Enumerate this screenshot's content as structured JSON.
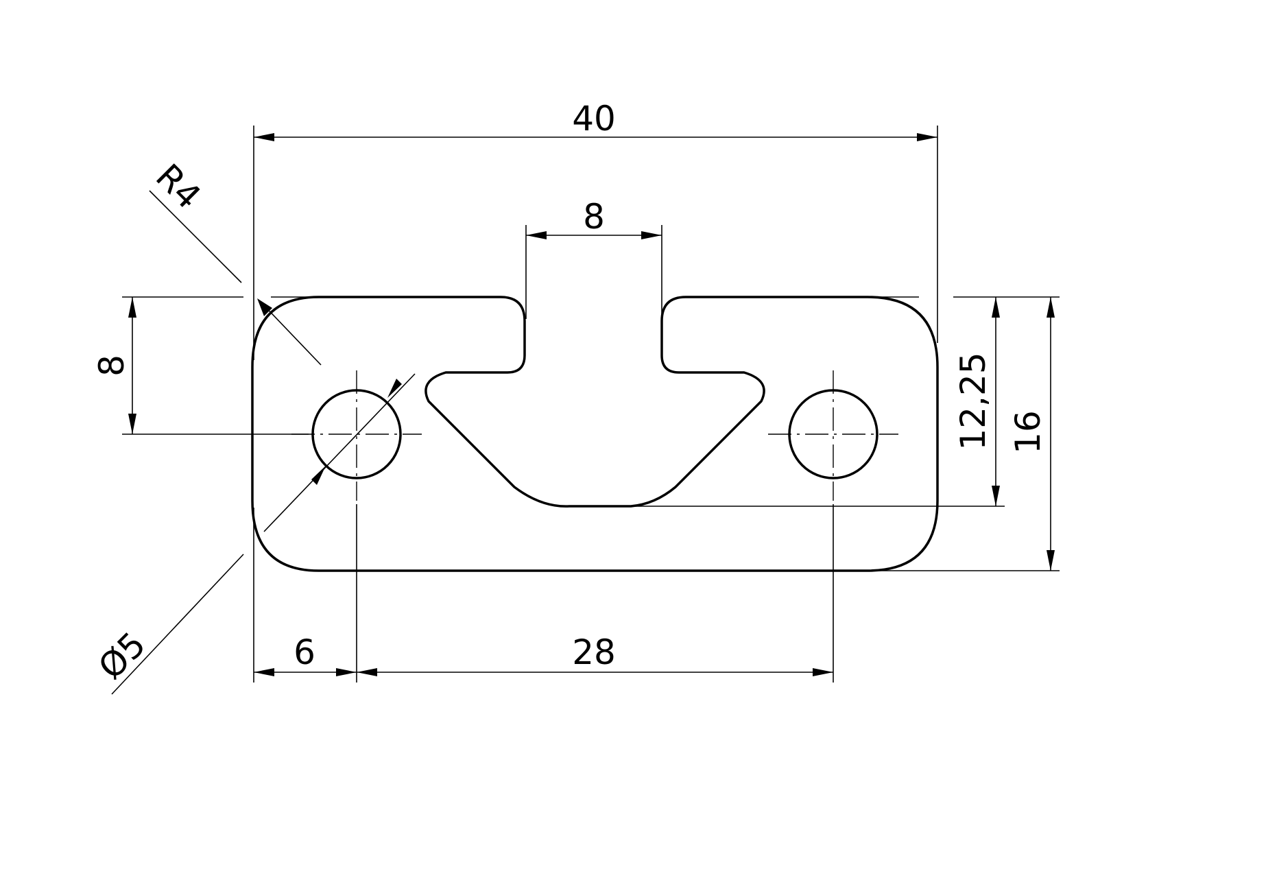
{
  "drawing": {
    "part": "t-slot profile with two mounting holes",
    "dimensions": {
      "overall_width": "40",
      "slot_opening": "8",
      "corner_radius": "R4",
      "hole_diameter": "Ø5",
      "hole_height": "8",
      "edge_to_hole": "6",
      "hole_spacing": "28",
      "slot_depth": "12,25",
      "overall_height": "16"
    }
  }
}
